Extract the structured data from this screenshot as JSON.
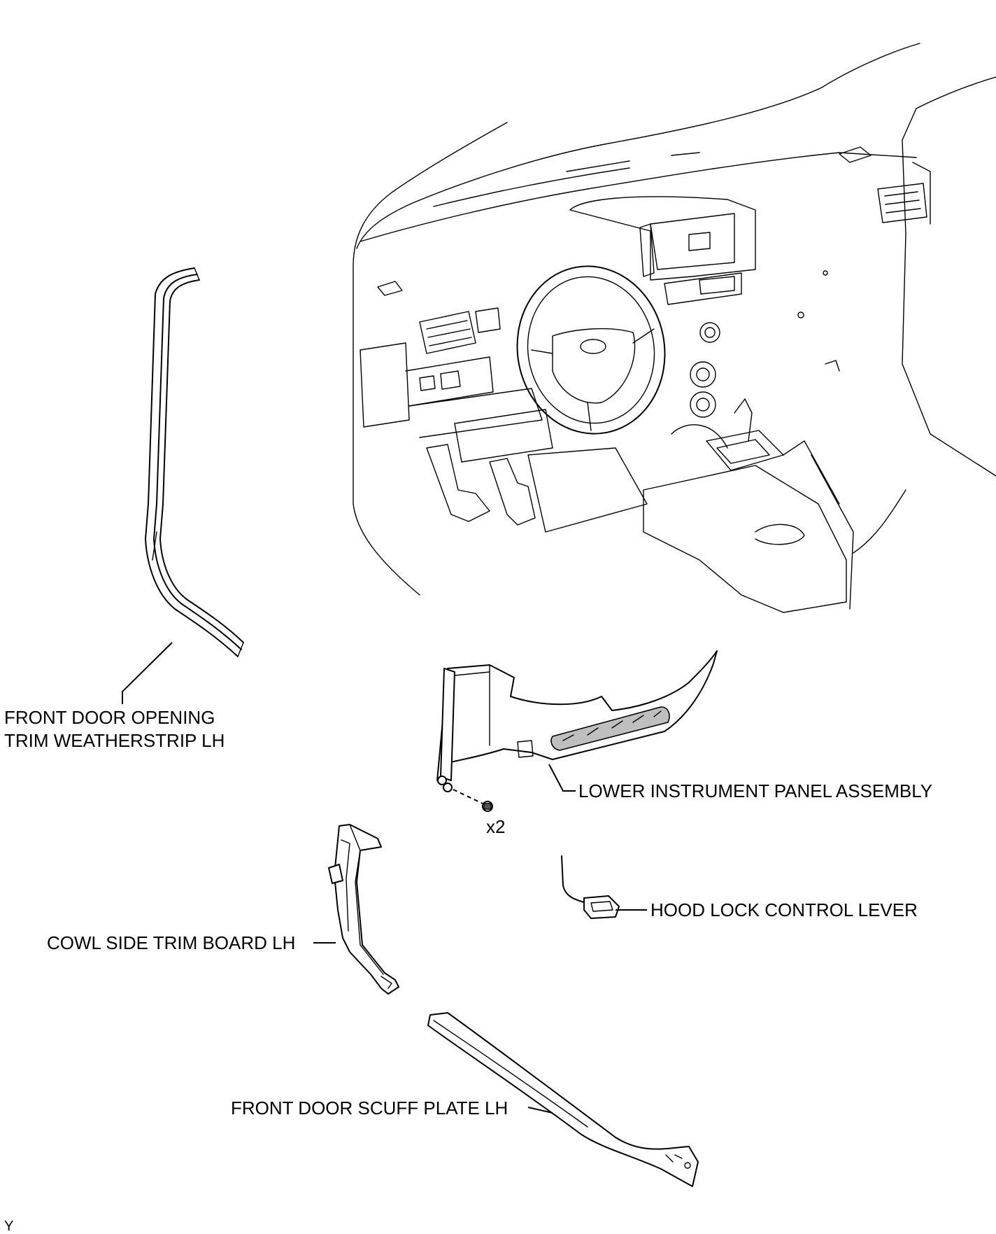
{
  "labels": {
    "weatherstrip_line1": "FRONT DOOR OPENING",
    "weatherstrip_line2": "TRIM WEATHERSTRIP LH",
    "lower_panel": "LOWER INSTRUMENT PANEL ASSEMBLY",
    "qty": "x2",
    "hood_lever": "HOOD LOCK CONTROL LEVER",
    "cowl_board": "COWL SIDE TRIM BOARD LH",
    "scuff_plate": "FRONT DOOR SCUFF PLATE LH"
  },
  "corner_mark": "Y"
}
